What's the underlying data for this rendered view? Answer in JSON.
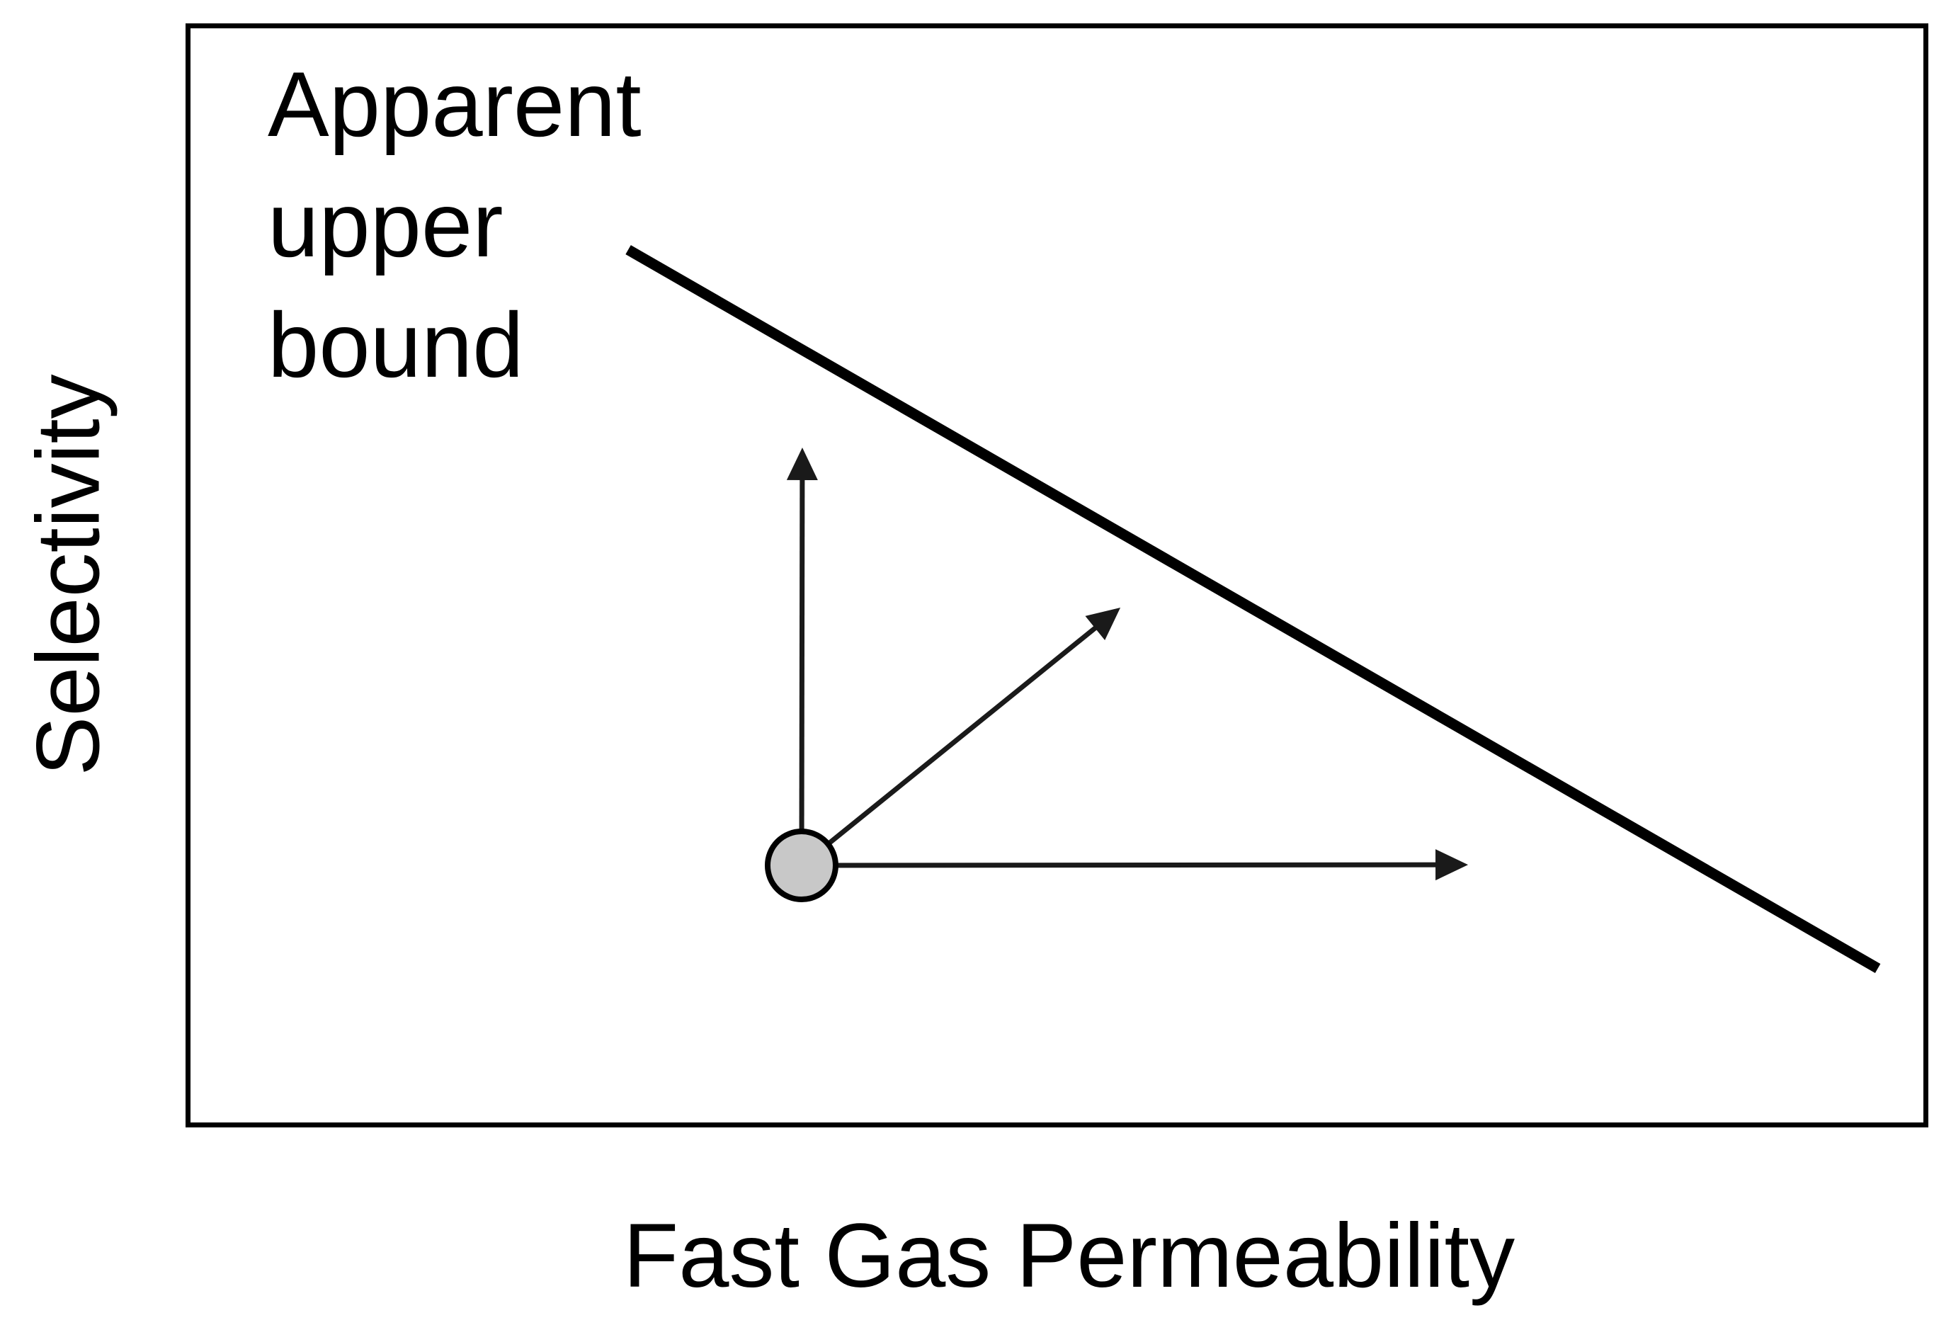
{
  "figure": {
    "annotation": "Apparent\nupper\nbound",
    "x_axis_label": "Fast Gas Permeability",
    "y_axis_label": "Selectivity",
    "colors": {
      "background": "#ffffff",
      "box_border": "#000000",
      "upper_bound_line": "#000000",
      "arrow": "#1a1a1a",
      "point_fill": "#c8c8c8",
      "point_stroke": "#000000",
      "text": "#000000"
    }
  },
  "chart_data": {
    "type": "line",
    "title": "",
    "xlabel": "Fast Gas Permeability",
    "ylabel": "Selectivity",
    "axes_numeric": false,
    "grid": false,
    "legend": false,
    "annotations": [
      "Apparent upper bound"
    ],
    "upper_bound_line": {
      "x1": 0.254,
      "y1": 0.795,
      "x2": 0.971,
      "y2": 0.144
    },
    "data_point": {
      "x": 0.3535,
      "y": 0.2373,
      "radius_px": 48
    },
    "arrows": [
      {
        "name": "up",
        "to_x": 0.3539,
        "to_y": 0.6158
      },
      {
        "name": "diagonal",
        "to_x": 0.5364,
        "to_y": 0.4708
      },
      {
        "name": "right",
        "to_x": 0.7359,
        "to_y": 0.2379
      }
    ]
  }
}
